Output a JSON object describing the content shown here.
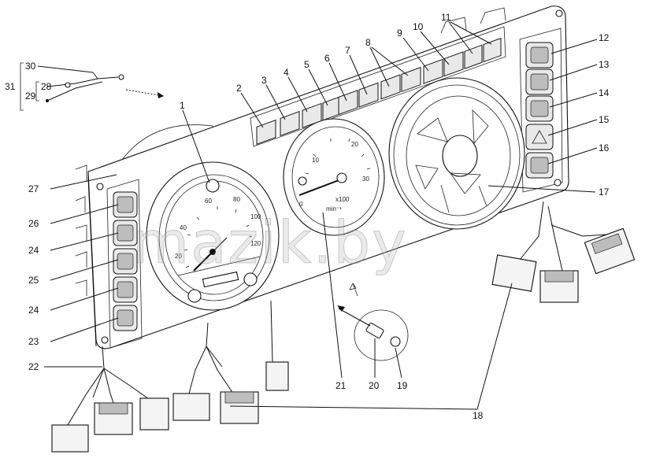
{
  "callouts": [
    {
      "id": "c1",
      "label": "1"
    },
    {
      "id": "c2",
      "label": "2"
    },
    {
      "id": "c3",
      "label": "3"
    },
    {
      "id": "c4",
      "label": "4"
    },
    {
      "id": "c5",
      "label": "5"
    },
    {
      "id": "c6",
      "label": "6"
    },
    {
      "id": "c7",
      "label": "7"
    },
    {
      "id": "c8",
      "label": "8"
    },
    {
      "id": "c9",
      "label": "9"
    },
    {
      "id": "c10",
      "label": "10"
    },
    {
      "id": "c11",
      "label": "11"
    },
    {
      "id": "c12",
      "label": "12"
    },
    {
      "id": "c13",
      "label": "13"
    },
    {
      "id": "c14",
      "label": "14"
    },
    {
      "id": "c15",
      "label": "15"
    },
    {
      "id": "c16",
      "label": "16"
    },
    {
      "id": "c17",
      "label": "17"
    },
    {
      "id": "c18",
      "label": "18"
    },
    {
      "id": "c19",
      "label": "19"
    },
    {
      "id": "c20",
      "label": "20"
    },
    {
      "id": "c21",
      "label": "21"
    },
    {
      "id": "c22",
      "label": "22"
    },
    {
      "id": "c23",
      "label": "23"
    },
    {
      "id": "c24a",
      "label": "24"
    },
    {
      "id": "c24b",
      "label": "24"
    },
    {
      "id": "c25",
      "label": "25"
    },
    {
      "id": "c26",
      "label": "26"
    },
    {
      "id": "c27",
      "label": "27"
    },
    {
      "id": "c28",
      "label": "28"
    },
    {
      "id": "c29",
      "label": "29"
    },
    {
      "id": "c30",
      "label": "30"
    },
    {
      "id": "c31",
      "label": "31"
    }
  ],
  "speedometer": {
    "ticks": [
      "20",
      "40",
      "60",
      "80",
      "100",
      "120"
    ],
    "odometer": "·  ·"
  },
  "tachometer": {
    "ticks": [
      "0",
      "10",
      "20",
      "30"
    ],
    "unit_a": "x100",
    "unit_b": "min⁻¹"
  },
  "watermark": "mazik.by"
}
